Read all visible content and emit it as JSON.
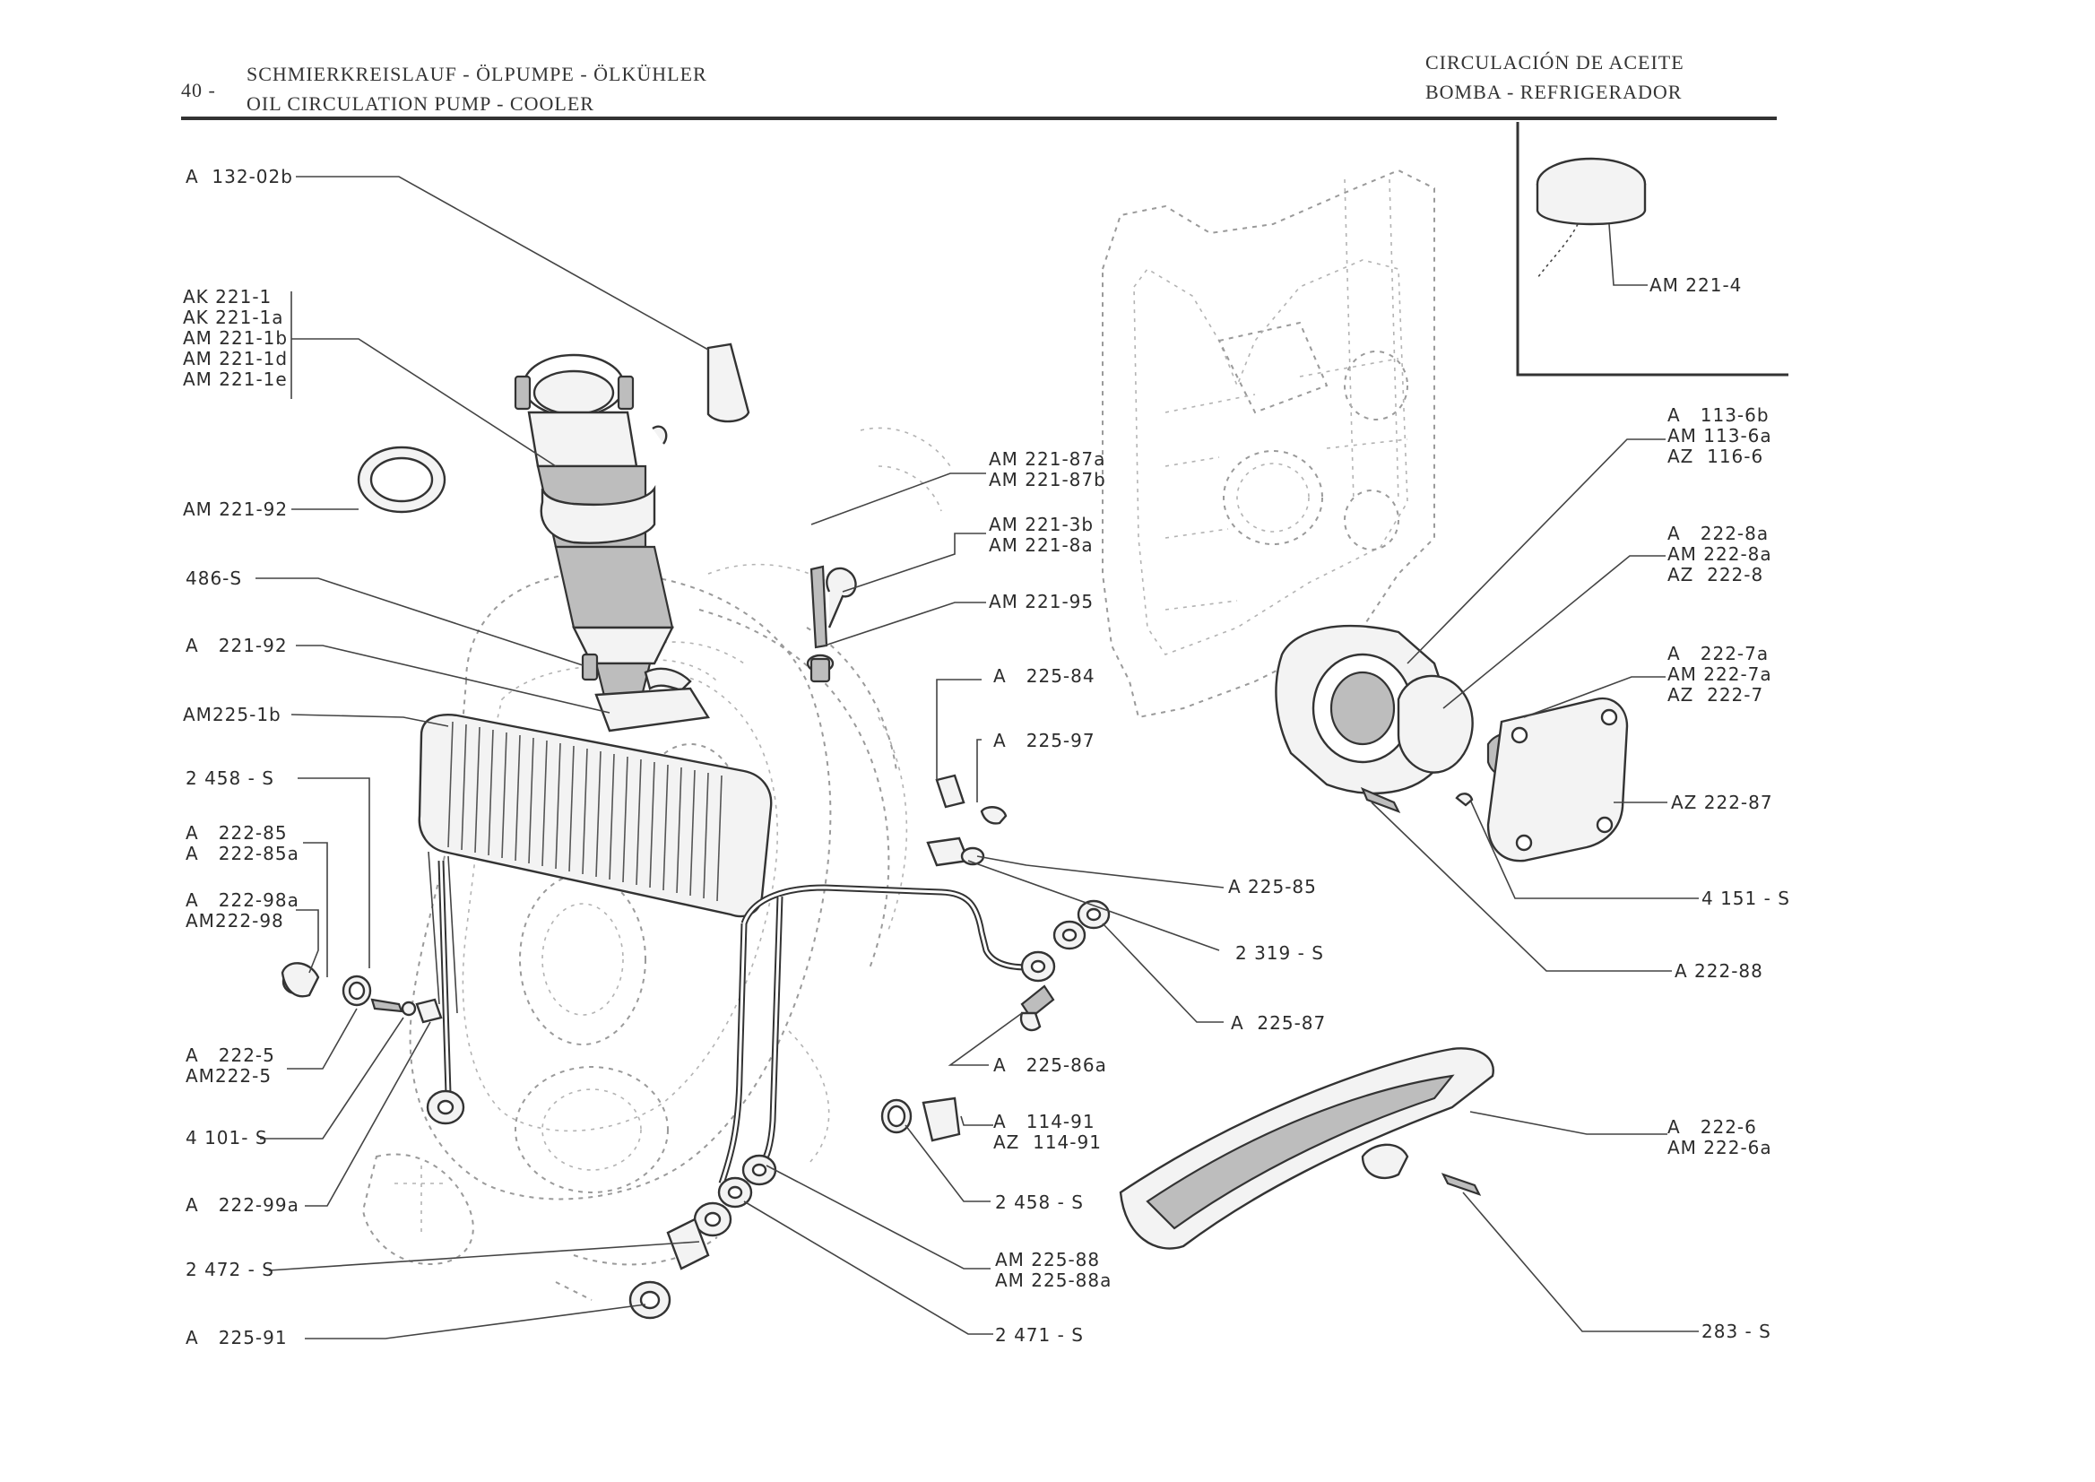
{
  "header": {
    "page_number": "40 -",
    "title_de": "SCHMIERKREISLAUF - ÖLPUMPE - ÖLKÜHLER",
    "title_en": "OIL CIRCULATION PUMP - COOLER",
    "title_es_1": "CIRCULACIÓN DE ACEITE",
    "title_es_2": "BOMBA - REFRIGERADOR"
  },
  "callouts": {
    "a132": "A  132-02b",
    "ak221": "AK 221-1\nAK 221-1a\nAM 221-1b\nAM 221-1d\nAM 221-1e",
    "am22192": "AM 221-92",
    "s486": "486-S",
    "a22192": "A   221-92",
    "am2251b": "AM225-1b",
    "s2458a": "2 458 - S",
    "a22285": "A   222-85\nA   222-85a",
    "a22298": "A   222-98a\nAM222-98",
    "a2225": "A   222-5\nAM222-5",
    "s4101": "4 101- S",
    "a22299": "A   222-99a",
    "s2472": "2 472 - S",
    "a22591": "A   225-91",
    "am22187": "AM 221-87a\nAM 221-87b",
    "am2213b": "AM 221-3b\nAM 221-8a",
    "am22195": "AM 221-95",
    "a22584": "A   225-84",
    "a22597": "A   225-97",
    "a22585": "A 225-85",
    "s2319": "2 319 - S",
    "a22587": "A  225-87",
    "a22586": "A   225-86a",
    "a11491": "A   114-91\nAZ  114-91",
    "s2458b": "2 458 - S",
    "am22588": "AM 225-88\nAM 225-88a",
    "s2471": "2 471 - S",
    "am2214": "AM 221-4",
    "a1136": "A   113-6b\nAM 113-6a\nAZ  116-6",
    "a2228": "A   222-8a\nAM 222-8a\nAZ  222-8",
    "a2227": "A   222-7a\nAM 222-7a\nAZ  222-7",
    "az22287": "AZ 222-87",
    "s4151": "4 151 - S",
    "a22288": "A 222-88",
    "a2226": "A   222-6\nAM 222-6a",
    "s283": "283 - S"
  }
}
